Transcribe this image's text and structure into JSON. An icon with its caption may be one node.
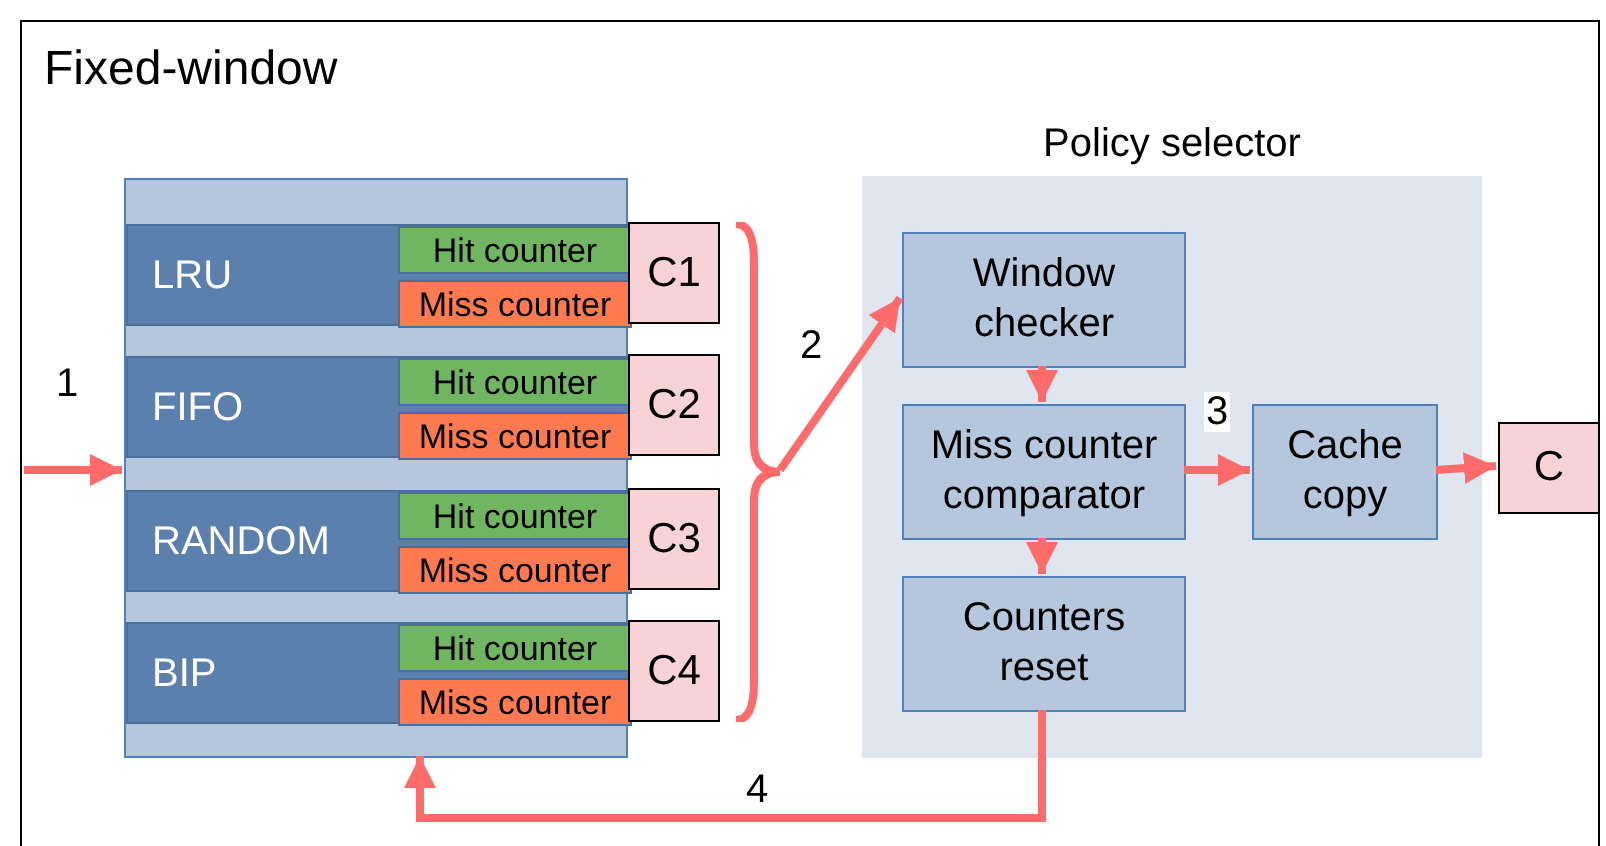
{
  "diagram": {
    "nodes": [
      {
        "text": [
          "Fixed-window"
        ]
      },
      {
        "text": [],
        "shape": "box",
        "in": 0
      },
      {
        "text": [
          "LRU"
        ],
        "in": 1
      },
      {
        "text": [
          "Hit counter"
        ],
        "in": 2
      },
      {
        "text": [
          "Miss counter"
        ],
        "in": 2
      },
      {
        "text": [
          "C1"
        ],
        "in": 0
      },
      {
        "text": [
          "FIFO"
        ],
        "in": 1
      },
      {
        "text": [
          "Hit counter"
        ],
        "in": 6
      },
      {
        "text": [
          "Miss counter"
        ],
        "in": 6
      },
      {
        "text": [
          "C2"
        ],
        "in": 0
      },
      {
        "text": [
          "RANDOM"
        ],
        "in": 1
      },
      {
        "text": [
          "Hit counter"
        ],
        "in": 10
      },
      {
        "text": [
          "Miss counter"
        ],
        "in": 10
      },
      {
        "text": [
          "C3"
        ],
        "in": 0
      },
      {
        "text": [
          "BIP"
        ],
        "in": 1
      },
      {
        "text": [
          "Hit counter"
        ],
        "in": 14
      },
      {
        "text": [
          "Miss counter"
        ],
        "in": 14
      },
      {
        "text": [
          "C4"
        ],
        "in": 0
      },
      {
        "text": [],
        "shape": "brace",
        "in": 0
      },
      {
        "text": [
          "Policy selector"
        ],
        "in": 0
      },
      {
        "text": [
          "Window checker"
        ],
        "in": 19
      },
      {
        "text": [
          "Miss counter comparator"
        ],
        "in": 19
      },
      {
        "text": [
          "Cache copy"
        ],
        "in": 19
      },
      {
        "text": [
          "Counters reset"
        ],
        "in": 19
      },
      {
        "text": [
          "C"
        ],
        "in": 0
      }
    ],
    "edges": [
      {
        "from": null,
        "to": 1,
        "arrow": "to",
        "label": "1"
      },
      {
        "from": 18,
        "to": 20,
        "arrow": "to",
        "label": "2"
      },
      {
        "from": 20,
        "to": 21,
        "arrow": "to"
      },
      {
        "from": 21,
        "to": 22,
        "arrow": "to",
        "label": "3"
      },
      {
        "from": 21,
        "to": 23,
        "arrow": "to"
      },
      {
        "from": 22,
        "to": 24,
        "arrow": "to"
      },
      {
        "from": 23,
        "to": 1,
        "arrow": "to",
        "label": "4"
      }
    ]
  }
}
